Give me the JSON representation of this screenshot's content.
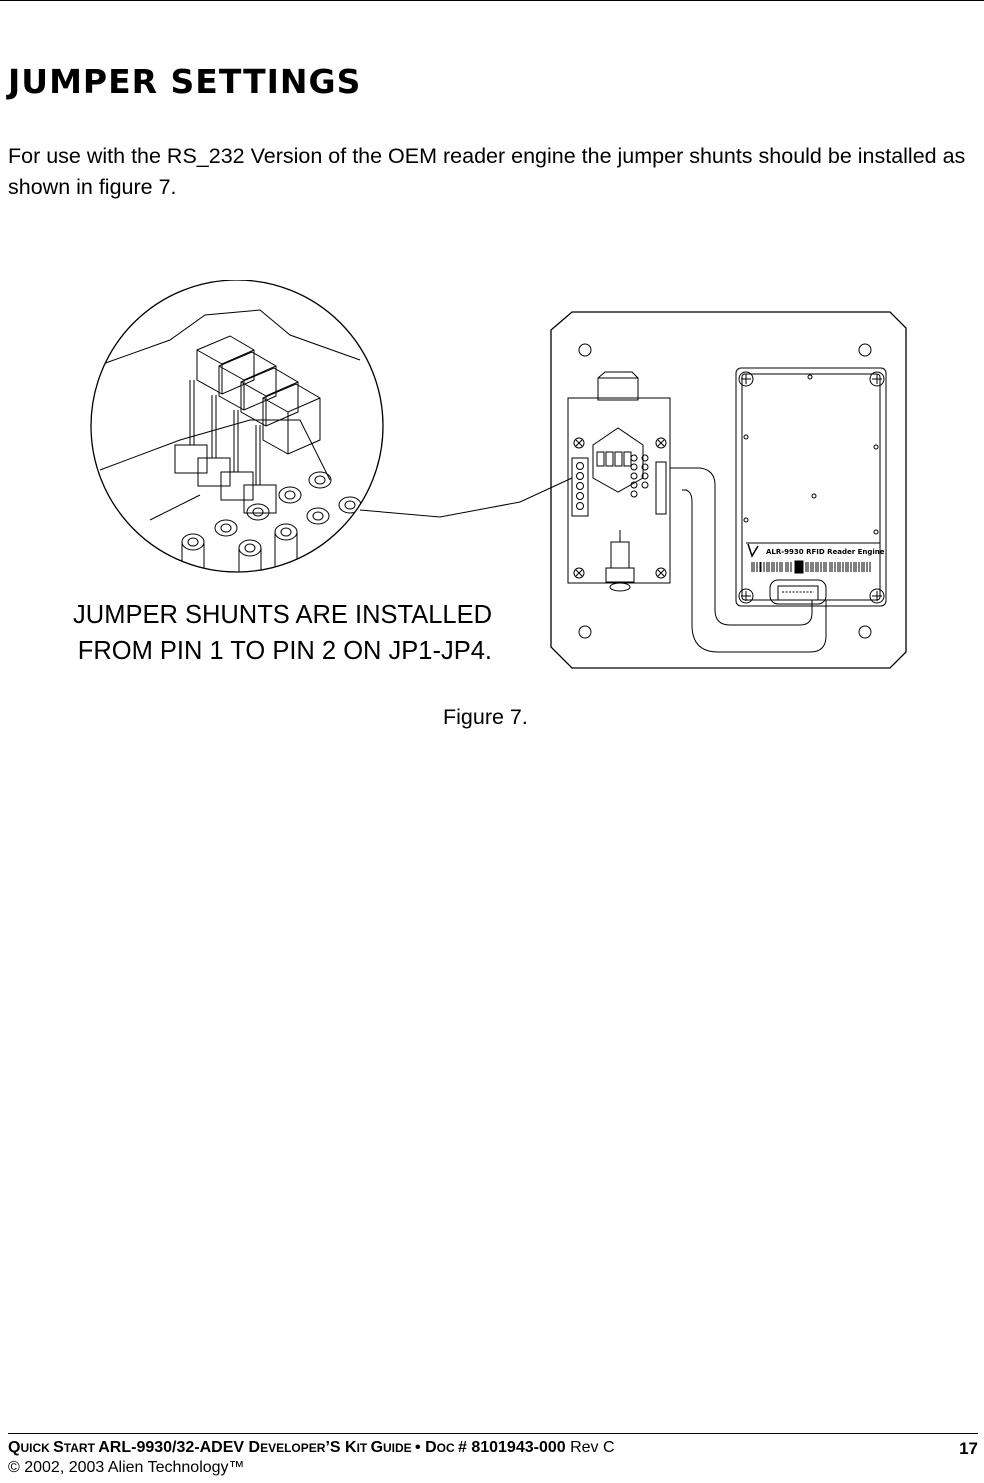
{
  "section_title": "JUMPER SETTINGS",
  "intro_text": "For use with the RS_232 Version of the OEM reader engine the jumper shunts should be installed as shown in figure 7.",
  "figure": {
    "callout_line1": "JUMPER SHUNTS ARE INSTALLED",
    "callout_line2": "FROM PIN 1 TO PIN 2 ON JP1-JP4.",
    "module_label": "ALR-9930 RFID Reader Engine",
    "caption": "Figure 7."
  },
  "footer": {
    "q": "Q",
    "uick": "UICK ",
    "s": "S",
    "tart": "TART ",
    "model": "ARL-9930/32-ADEV ",
    "d": "D",
    "eveloper": "EVELOPER",
    "possessive": "’S ",
    "k": "K",
    "it": "IT ",
    "g": "G",
    "uide": "UIDE ",
    "bullet": "• ",
    "d2": "D",
    "oc": "OC ",
    "doc_number": "# 8101943-000",
    "rev": " Rev C",
    "page_number": "17",
    "copyright": "© 2002, 2003 Alien Technology™"
  }
}
